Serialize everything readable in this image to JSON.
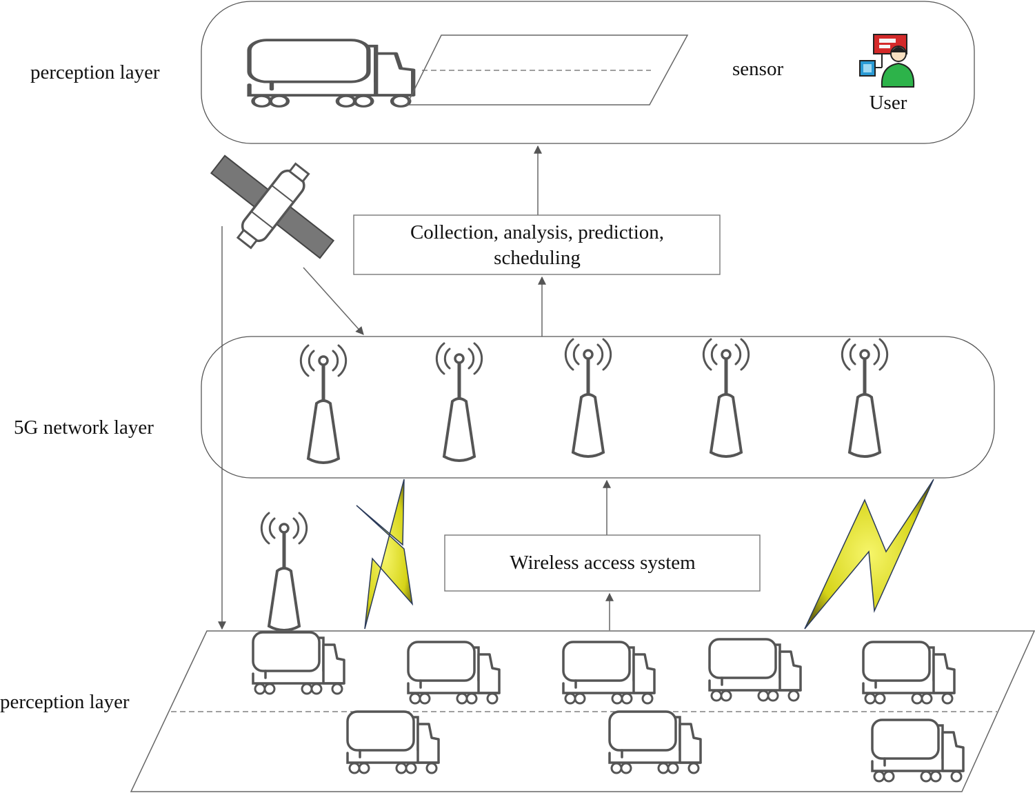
{
  "layers": {
    "top_label": "perception layer",
    "network_label": "5G network layer",
    "bottom_label": "perception layer"
  },
  "top_layer": {
    "sensor_label": "sensor",
    "user_label": "User"
  },
  "processing_box": {
    "line1": "Collection, analysis, prediction,",
    "line2": "scheduling"
  },
  "access_box": {
    "label": "Wireless access system"
  },
  "colors": {
    "lightning_fill": "#e2e21a",
    "lightning_edge": "#2a3a5a",
    "user_body": "#2db34a",
    "user_screen_red": "#d42a2a",
    "user_screen_blue": "#2a9ad4",
    "line": "#666666"
  }
}
